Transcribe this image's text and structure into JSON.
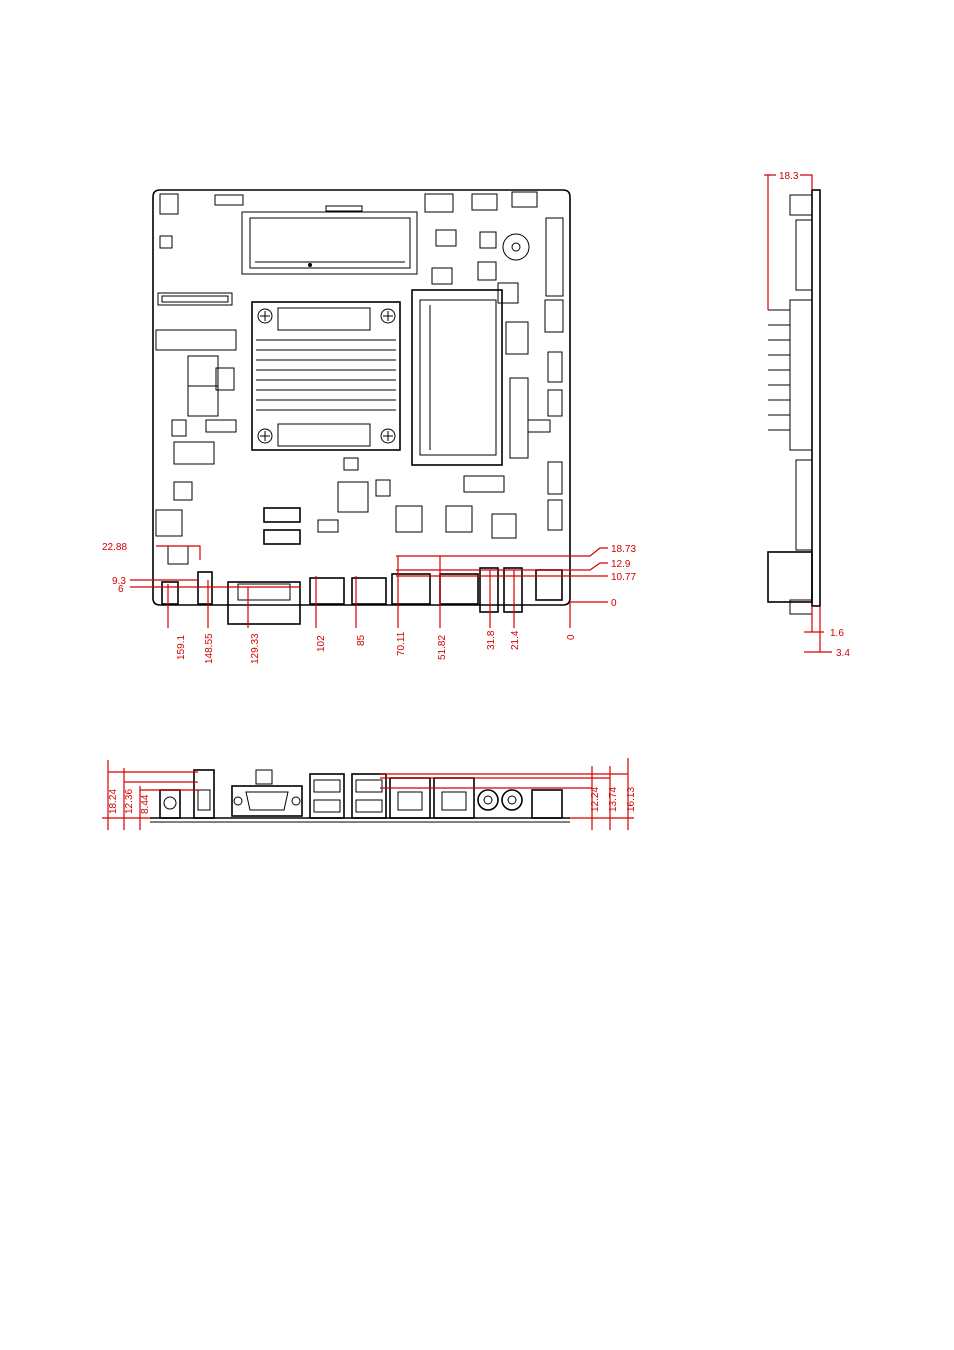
{
  "top_view": {
    "left_dimensions": [
      "22.88",
      "9.3",
      "6"
    ],
    "right_dimensions": [
      "18.73",
      "12.9",
      "10.77",
      "0"
    ],
    "bottom_dimensions": [
      "159.1",
      "148.55",
      "129.33",
      "102",
      "85",
      "70.11",
      "51.82",
      "31.8",
      "21.4",
      "0"
    ]
  },
  "side_view": {
    "top_dimension": "18.3",
    "bottom_dimensions": [
      "1.6",
      "3.4"
    ]
  },
  "front_view": {
    "left_dimensions": [
      "18.24",
      "12.36",
      "8.44"
    ],
    "right_dimensions": [
      "12.24",
      "13.74",
      "16.13"
    ]
  },
  "colors": {
    "dimension": "#d40000",
    "outline": "#000000"
  }
}
